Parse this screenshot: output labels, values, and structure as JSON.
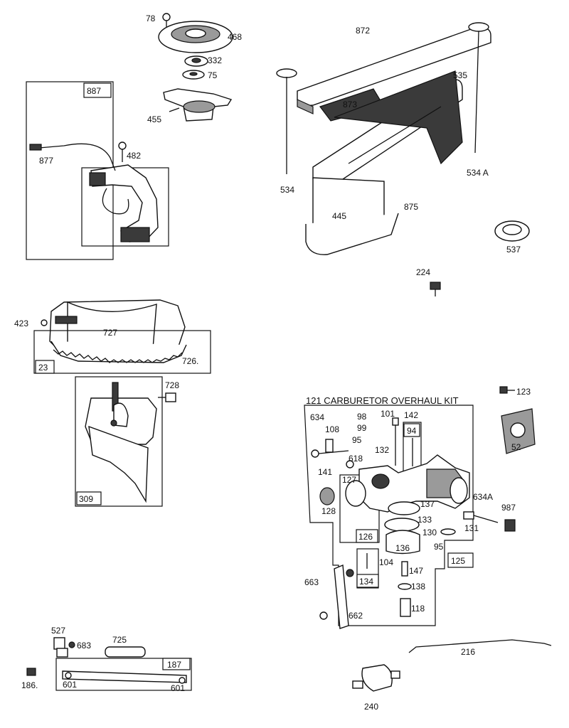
{
  "labels": {
    "l78": "78",
    "l468": "468",
    "l332": "332",
    "l75": "75",
    "l455": "455",
    "l887": "887",
    "l482": "482",
    "l877": "877",
    "l872": "872",
    "l873": "873",
    "l535": "535",
    "l534": "534",
    "l534a": "534 A",
    "l875": "875",
    "l445": "445",
    "l537": "537",
    "l224": "224",
    "l423": "423",
    "l727": "727",
    "l726": "726.",
    "l23": "23",
    "l728": "728",
    "l309": "309",
    "l123": "123",
    "l121": "121  CARBURETOR OVERHAUL KIT",
    "l634": "634",
    "l98": "98",
    "l101": "101",
    "l142": "142",
    "l108": "108",
    "l99": "99",
    "l94": "94",
    "l95a": "95",
    "l132": "132",
    "l52": "52",
    "l141": "141",
    "l618": "618",
    "l127": "127",
    "l137": "137",
    "l634a": "634A",
    "l987": "987",
    "l128": "128",
    "l133": "133",
    "l131": "131",
    "l126": "126",
    "l130": "130",
    "l136": "136",
    "l95b": "95",
    "l104": "104",
    "l125": "125",
    "l663": "663",
    "l134": "134",
    "l147": "147",
    "l138": "138",
    "l118": "118",
    "l662": "662",
    "l527": "527",
    "l683": "683",
    "l725": "725",
    "l187": "187",
    "l186": "186.",
    "l601a": "601",
    "l601b": "601",
    "l216": "216",
    "l240": "240"
  }
}
